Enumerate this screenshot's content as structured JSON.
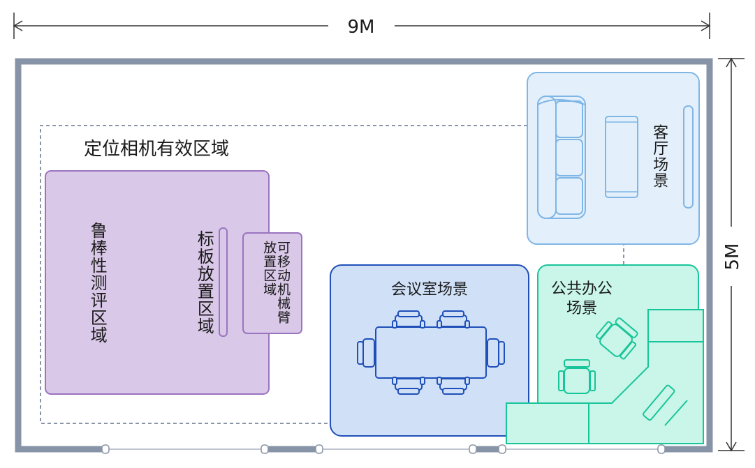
{
  "dimensions": {
    "width_label": "9M",
    "height_label": "5M"
  },
  "camera_zone": {
    "label": "定位相机有效区域"
  },
  "zones": {
    "robustness": {
      "label": "鲁棒性测评区域",
      "fill": "#d9c8e8",
      "stroke": "#9b74bf"
    },
    "calibration": {
      "label": "标板放置区域"
    },
    "arm": {
      "label": "可移动机械臂放置区域"
    },
    "living_room": {
      "label": "客厅场景",
      "fill": "#e3f0fb",
      "stroke": "#7fb6e6"
    },
    "meeting_room": {
      "label": "会议室场景",
      "fill": "#cfe0f7",
      "stroke": "#1f4fb8"
    },
    "office": {
      "label_line1": "公共办公",
      "label_line2": "场景",
      "fill": "#c9f6e8",
      "stroke": "#18c49a"
    }
  },
  "colors": {
    "wall": "#8793a6",
    "camera_dash": "#8a96a8",
    "dimension_line": "#333333"
  }
}
